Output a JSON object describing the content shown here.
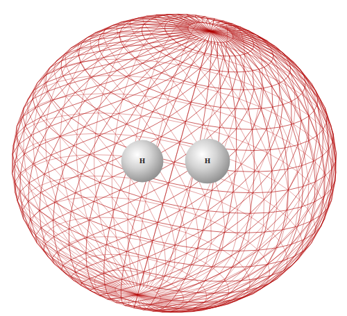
{
  "diagram": {
    "nodes": [
      {
        "text": [
          "H"
        ]
      },
      {
        "text": [
          "H"
        ]
      }
    ],
    "edges": [
      {
        "from": 0,
        "to": 1,
        "arrow": "none"
      }
    ]
  }
}
